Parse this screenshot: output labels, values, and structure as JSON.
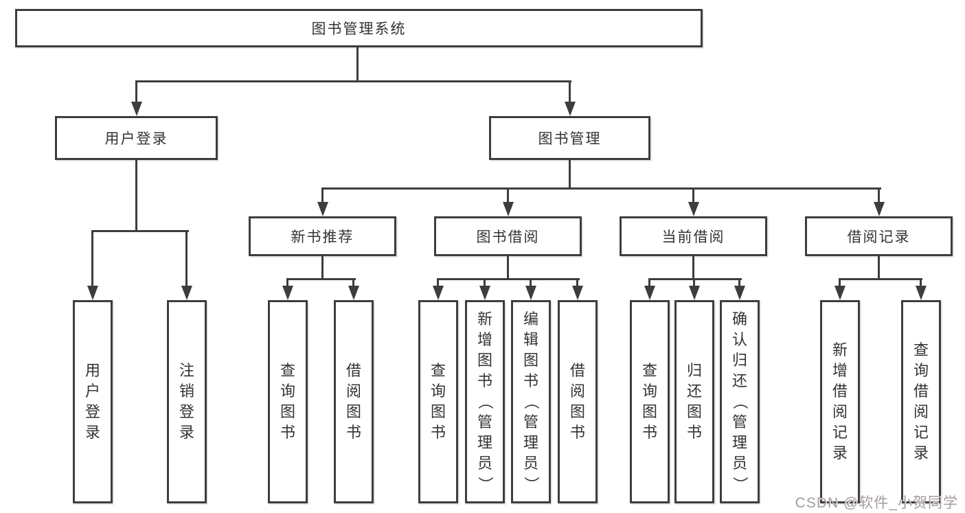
{
  "diagram": {
    "root": {
      "label": "图书管理系统"
    },
    "level2": [
      {
        "label": "用户登录"
      },
      {
        "label": "图书管理"
      }
    ],
    "level3": [
      {
        "label": "新书推荐"
      },
      {
        "label": "图书借阅"
      },
      {
        "label": "当前借阅"
      },
      {
        "label": "借阅记录"
      }
    ],
    "leaves": {
      "user_login": [
        "用户登录",
        "注销登录"
      ],
      "new_books": [
        "查询图书",
        "借阅图书"
      ],
      "book_borrow": [
        "查询图书",
        "新增图书（管理员）",
        "编辑图书（管理员）",
        "借阅图书"
      ],
      "current_borrow": [
        "查询图书",
        "归还图书",
        "确认归还（管理员）"
      ],
      "borrow_records": [
        "新增借阅记录",
        "查询借阅记录"
      ]
    }
  },
  "colors": {
    "line": "#3d3d3d",
    "box_border": "#3d3d3d",
    "text": "#333333",
    "watermark": "#a39b99",
    "background": "#ffffff"
  },
  "watermark": {
    "text": "CSDN @软件_小贺同学"
  }
}
